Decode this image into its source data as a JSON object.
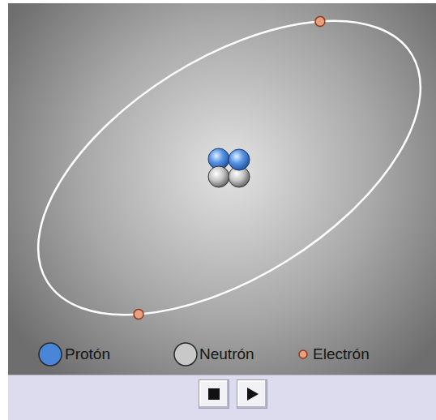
{
  "diagram": {
    "legend": [
      {
        "text": "Protón",
        "color": "#4a86d8"
      },
      {
        "text": "Neutrón",
        "color": "#c8c8c8"
      },
      {
        "text": "Electrón",
        "color": "#e8a080"
      }
    ]
  }
}
